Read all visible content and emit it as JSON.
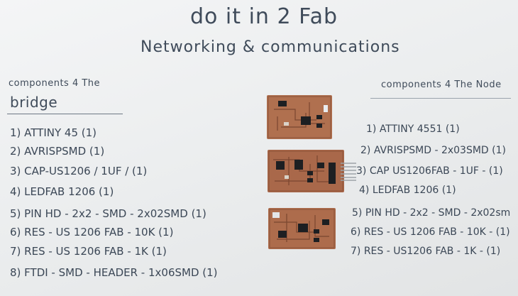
{
  "title": "do it in 2 Fab",
  "subtitle": "Networking & communications",
  "left_column": {
    "heading_line1": "components 4 The",
    "heading_line2": "bridge",
    "items": [
      "1) ATTINY 45 (1)",
      "2) AVRISPSMD (1)",
      "3) CAP-US1206 / 1UF / (1)",
      "4) LEDFAB 1206 (1)",
      "5) PIN HD - 2x2 - SMD - 2x02SMD (1)",
      "6) RES - US 1206 FAB - 10K (1)",
      "7) RES - US 1206 FAB - 1K (1)",
      "8) FTDI - SMD - HEADER - 1x06SMD (1)"
    ]
  },
  "right_column": {
    "heading": "components 4 The Node",
    "items": [
      "1) ATTINY 4551 (1)",
      "2) AVRISPSMD - 2x03SMD (1)",
      "3) CAP US1206FAB - 1UF - (1)",
      "4) LEDFAB 1206 (1)",
      "5) PIN HD - 2x2 - SMD - 2x02sm",
      "6) RES - US 1206 FAB - 10K - (1)",
      "7) RES - US1206 FAB - 1K - (1)"
    ]
  },
  "colors": {
    "board_background": "#eceeef",
    "ink": "#3f4b5a",
    "copper": "#b0704f",
    "copper_dark": "#7a4630",
    "component": "#1d1f22"
  }
}
